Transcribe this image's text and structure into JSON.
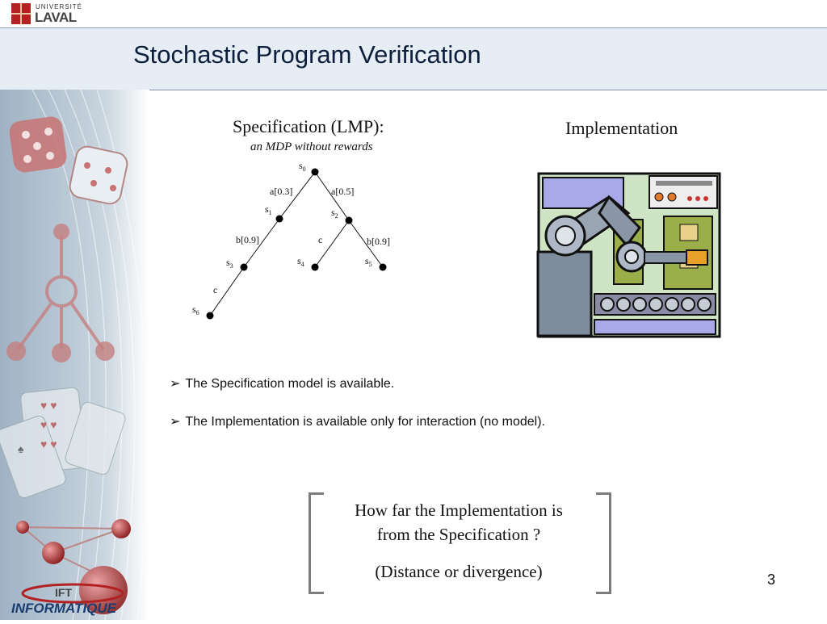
{
  "header": {
    "logo_small": "UNIVERSITÉ",
    "logo_big": "LAVAL",
    "title": "Stochastic Program Verification"
  },
  "spec": {
    "title": "Specification (LMP):",
    "subtitle": "an MDP without rewards",
    "tree": {
      "nodes": [
        {
          "id": "s0",
          "label": "s",
          "sub": "0"
        },
        {
          "id": "s1",
          "label": "s",
          "sub": "1"
        },
        {
          "id": "s2",
          "label": "s",
          "sub": "2"
        },
        {
          "id": "s3",
          "label": "s",
          "sub": "3"
        },
        {
          "id": "s4",
          "label": "s",
          "sub": "4"
        },
        {
          "id": "s5",
          "label": "s",
          "sub": "5"
        },
        {
          "id": "s6",
          "label": "s",
          "sub": "6"
        }
      ],
      "edges": [
        {
          "from": "s0",
          "to": "s1",
          "label": "a[0.3]"
        },
        {
          "from": "s0",
          "to": "s2",
          "label": "a[0.5]"
        },
        {
          "from": "s1",
          "to": "s3",
          "label": "b[0.9]"
        },
        {
          "from": "s2",
          "to": "s4",
          "label": "c"
        },
        {
          "from": "s2",
          "to": "s5",
          "label": "b[0.9]"
        },
        {
          "from": "s3",
          "to": "s6",
          "label": "c"
        }
      ]
    }
  },
  "implementation": {
    "title": "Implementation",
    "image_icon": "robot-arm-icon"
  },
  "bullets": [
    "The Specification model is available.",
    "The Implementation is available only for interaction (no model)."
  ],
  "question": {
    "line1": "How far the Implementation is",
    "line2": "from the Specification ?",
    "line3": "(Distance or divergence)"
  },
  "footer": {
    "slide_number": "3",
    "logo_top": "IFT",
    "logo_bottom": "INFORMATIQUE"
  },
  "colors": {
    "title_band": "#e6edf4",
    "title_text": "#0d1f3c",
    "bracket": "#7c7c7c"
  }
}
